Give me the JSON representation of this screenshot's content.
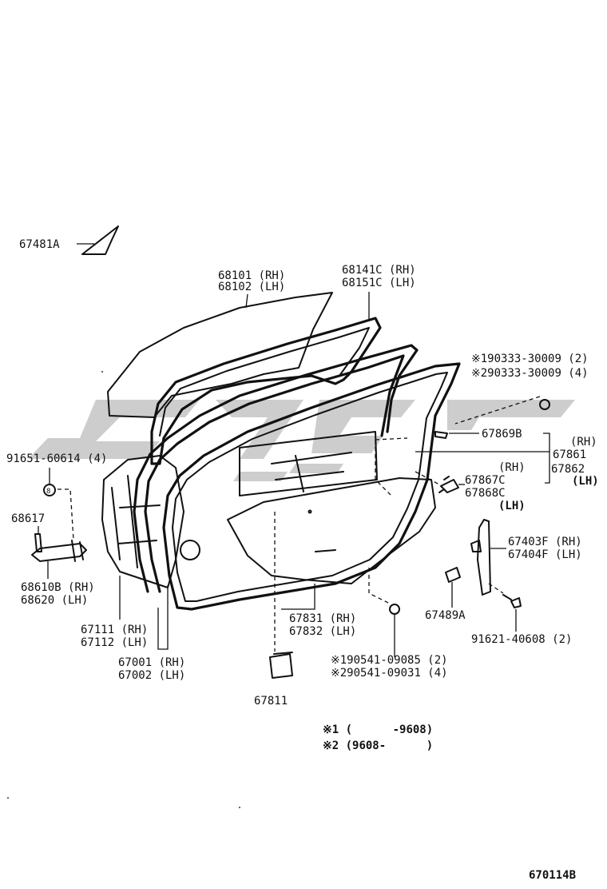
{
  "diagram": {
    "figure_code": "670114B",
    "labels": {
      "p67481A": "67481A",
      "p68101": "68101 (RH)",
      "p68102": "68102 (LH)",
      "p68141C": "68141C (RH)",
      "p68151C": "68151C (LH)",
      "n1_90333": "※190333-30009 (2)",
      "n2_90333": "※290333-30009 (4)",
      "p67869B": "67869B",
      "rh_a": "(RH)",
      "p67861": "67861",
      "p67862": "67862",
      "lh_a": "(LH)",
      "rh_b": "(RH)",
      "p67867C": "67867C",
      "p67868C": "67868C",
      "lh_b": "(LH)",
      "p91651": "91651-60614 (4)",
      "p68617": "68617",
      "p68610B": "68610B (RH)",
      "p68620": "68620 (LH)",
      "p67403F": "67403F (RH)",
      "p67404F": "67404F (LH)",
      "p67489A": "67489A",
      "p91621": "91621-40608 (2)",
      "p67111": "67111 (RH)",
      "p67112": "67112 (LH)",
      "p67001": "67001 (RH)",
      "p67002": "67002 (LH)",
      "p67831": "67831 (RH)",
      "p67832": "67832 (LH)",
      "n1_90541": "※190541-09085 (2)",
      "n2_90541": "※290541-09031 (4)",
      "p67811": "67811",
      "note1": "※1 (      -9608)",
      "note2": "※2 (9608-      )"
    },
    "watermark": "watermark"
  }
}
